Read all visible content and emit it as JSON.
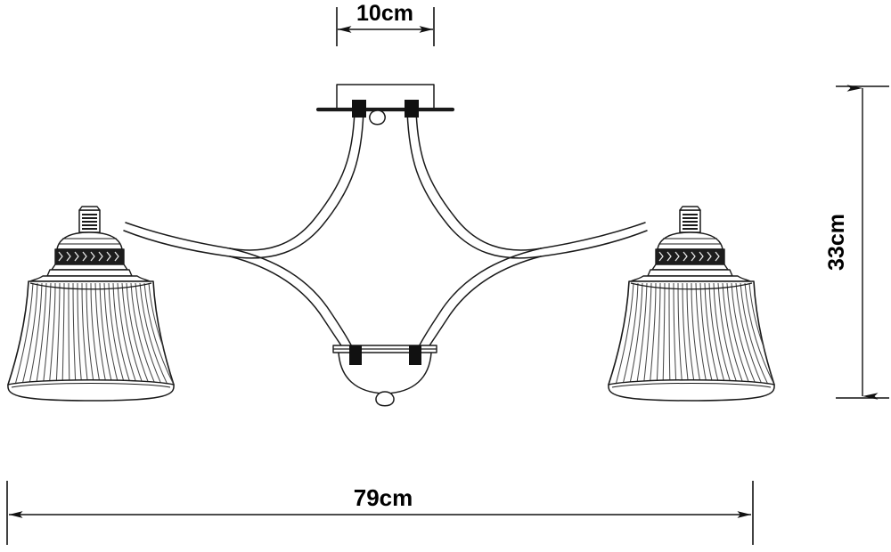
{
  "drawing": {
    "type": "technical-line-drawing",
    "subject": "two-light semi-flush ceiling light fixture",
    "background_color": "#ffffff",
    "line_color": "#1a1a1a",
    "accent_dark": "#111111",
    "dimensions": {
      "width": {
        "label": "79cm",
        "value": 79,
        "unit": "cm",
        "orientation": "horizontal",
        "position": "bottom",
        "measures": "overall fixture width"
      },
      "height": {
        "label": "33cm",
        "value": 33,
        "unit": "cm",
        "orientation": "vertical",
        "position": "right",
        "measures": "overall fixture height"
      },
      "canopy": {
        "label": "10cm",
        "value": 10,
        "unit": "cm",
        "orientation": "horizontal",
        "position": "top",
        "measures": "ceiling canopy width"
      }
    },
    "parts": {
      "ceiling_plate": "ceiling-mount-plate",
      "canopy_box": "canopy-box",
      "center_screw": "center-screw-knob",
      "arms": "curved-s-arms",
      "bottom_bowl": "center-bottom-bowl",
      "bottom_finial": "bottom-finial-drop",
      "left_shade": "left-bell-shade",
      "right_shade": "right-bell-shade",
      "socket": "lamp-socket-nipple",
      "collar": "ornamental-collar-band",
      "shade_rib_count": 31
    }
  }
}
